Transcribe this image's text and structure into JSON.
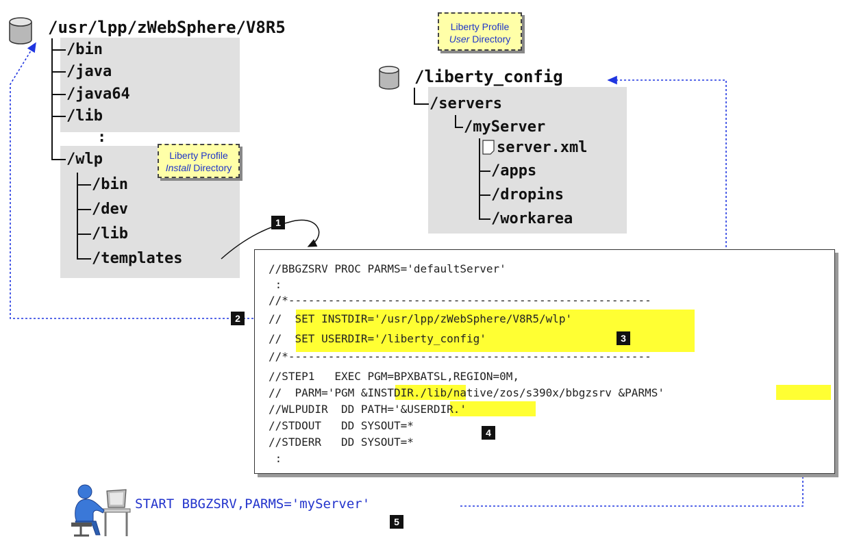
{
  "left_tree": {
    "root": "/usr/lpp/zWebSphere/V8R5",
    "items": [
      "/bin",
      "/java",
      "/java64",
      "/lib"
    ],
    "ellipsis": ":",
    "wlp": "/wlp",
    "wlp_items": [
      "/bin",
      "/dev",
      "/lib",
      "/templates"
    ]
  },
  "install_callout": {
    "line1": "Liberty Profile",
    "line2_em": "Install",
    "line2_rest": " Directory"
  },
  "user_callout": {
    "line1": "Liberty Profile",
    "line2_em": "User",
    "line2_rest": " Directory"
  },
  "right_tree": {
    "root": "/liberty_config",
    "servers": "/servers",
    "server": "/myServer",
    "file": "server.xml",
    "items": [
      "/apps",
      "/dropins",
      "/workarea"
    ]
  },
  "jcl": {
    "lines": [
      "//BBGZSRV PROC PARMS='defaultServer'",
      " :",
      "//*-------------------------------------------------------",
      "//  SET INSTDIR='/usr/lpp/zWebSphere/V8R5/wlp'",
      "//  SET USERDIR='/liberty_config'",
      "//*-------------------------------------------------------",
      "//STEP1   EXEC PGM=BPXBATSL,REGION=0M,",
      "//  PARM='PGM &INSTDIR./lib/native/zos/s390x/bbgzsrv &PARMS'",
      "//WLPUDIR  DD PATH='&USERDIR.'",
      "//STDOUT   DD SYSOUT=*",
      "//STDERR   DD SYSOUT=*",
      " :"
    ]
  },
  "command": "START BBGZSRV,PARMS='myServer'",
  "badges": [
    "1",
    "2",
    "3",
    "4",
    "5"
  ],
  "colors": {
    "highlight": "#ffff33",
    "arrow": "#1f35e0",
    "callout_bg": "#ffffa8",
    "command": "#2233cc"
  }
}
